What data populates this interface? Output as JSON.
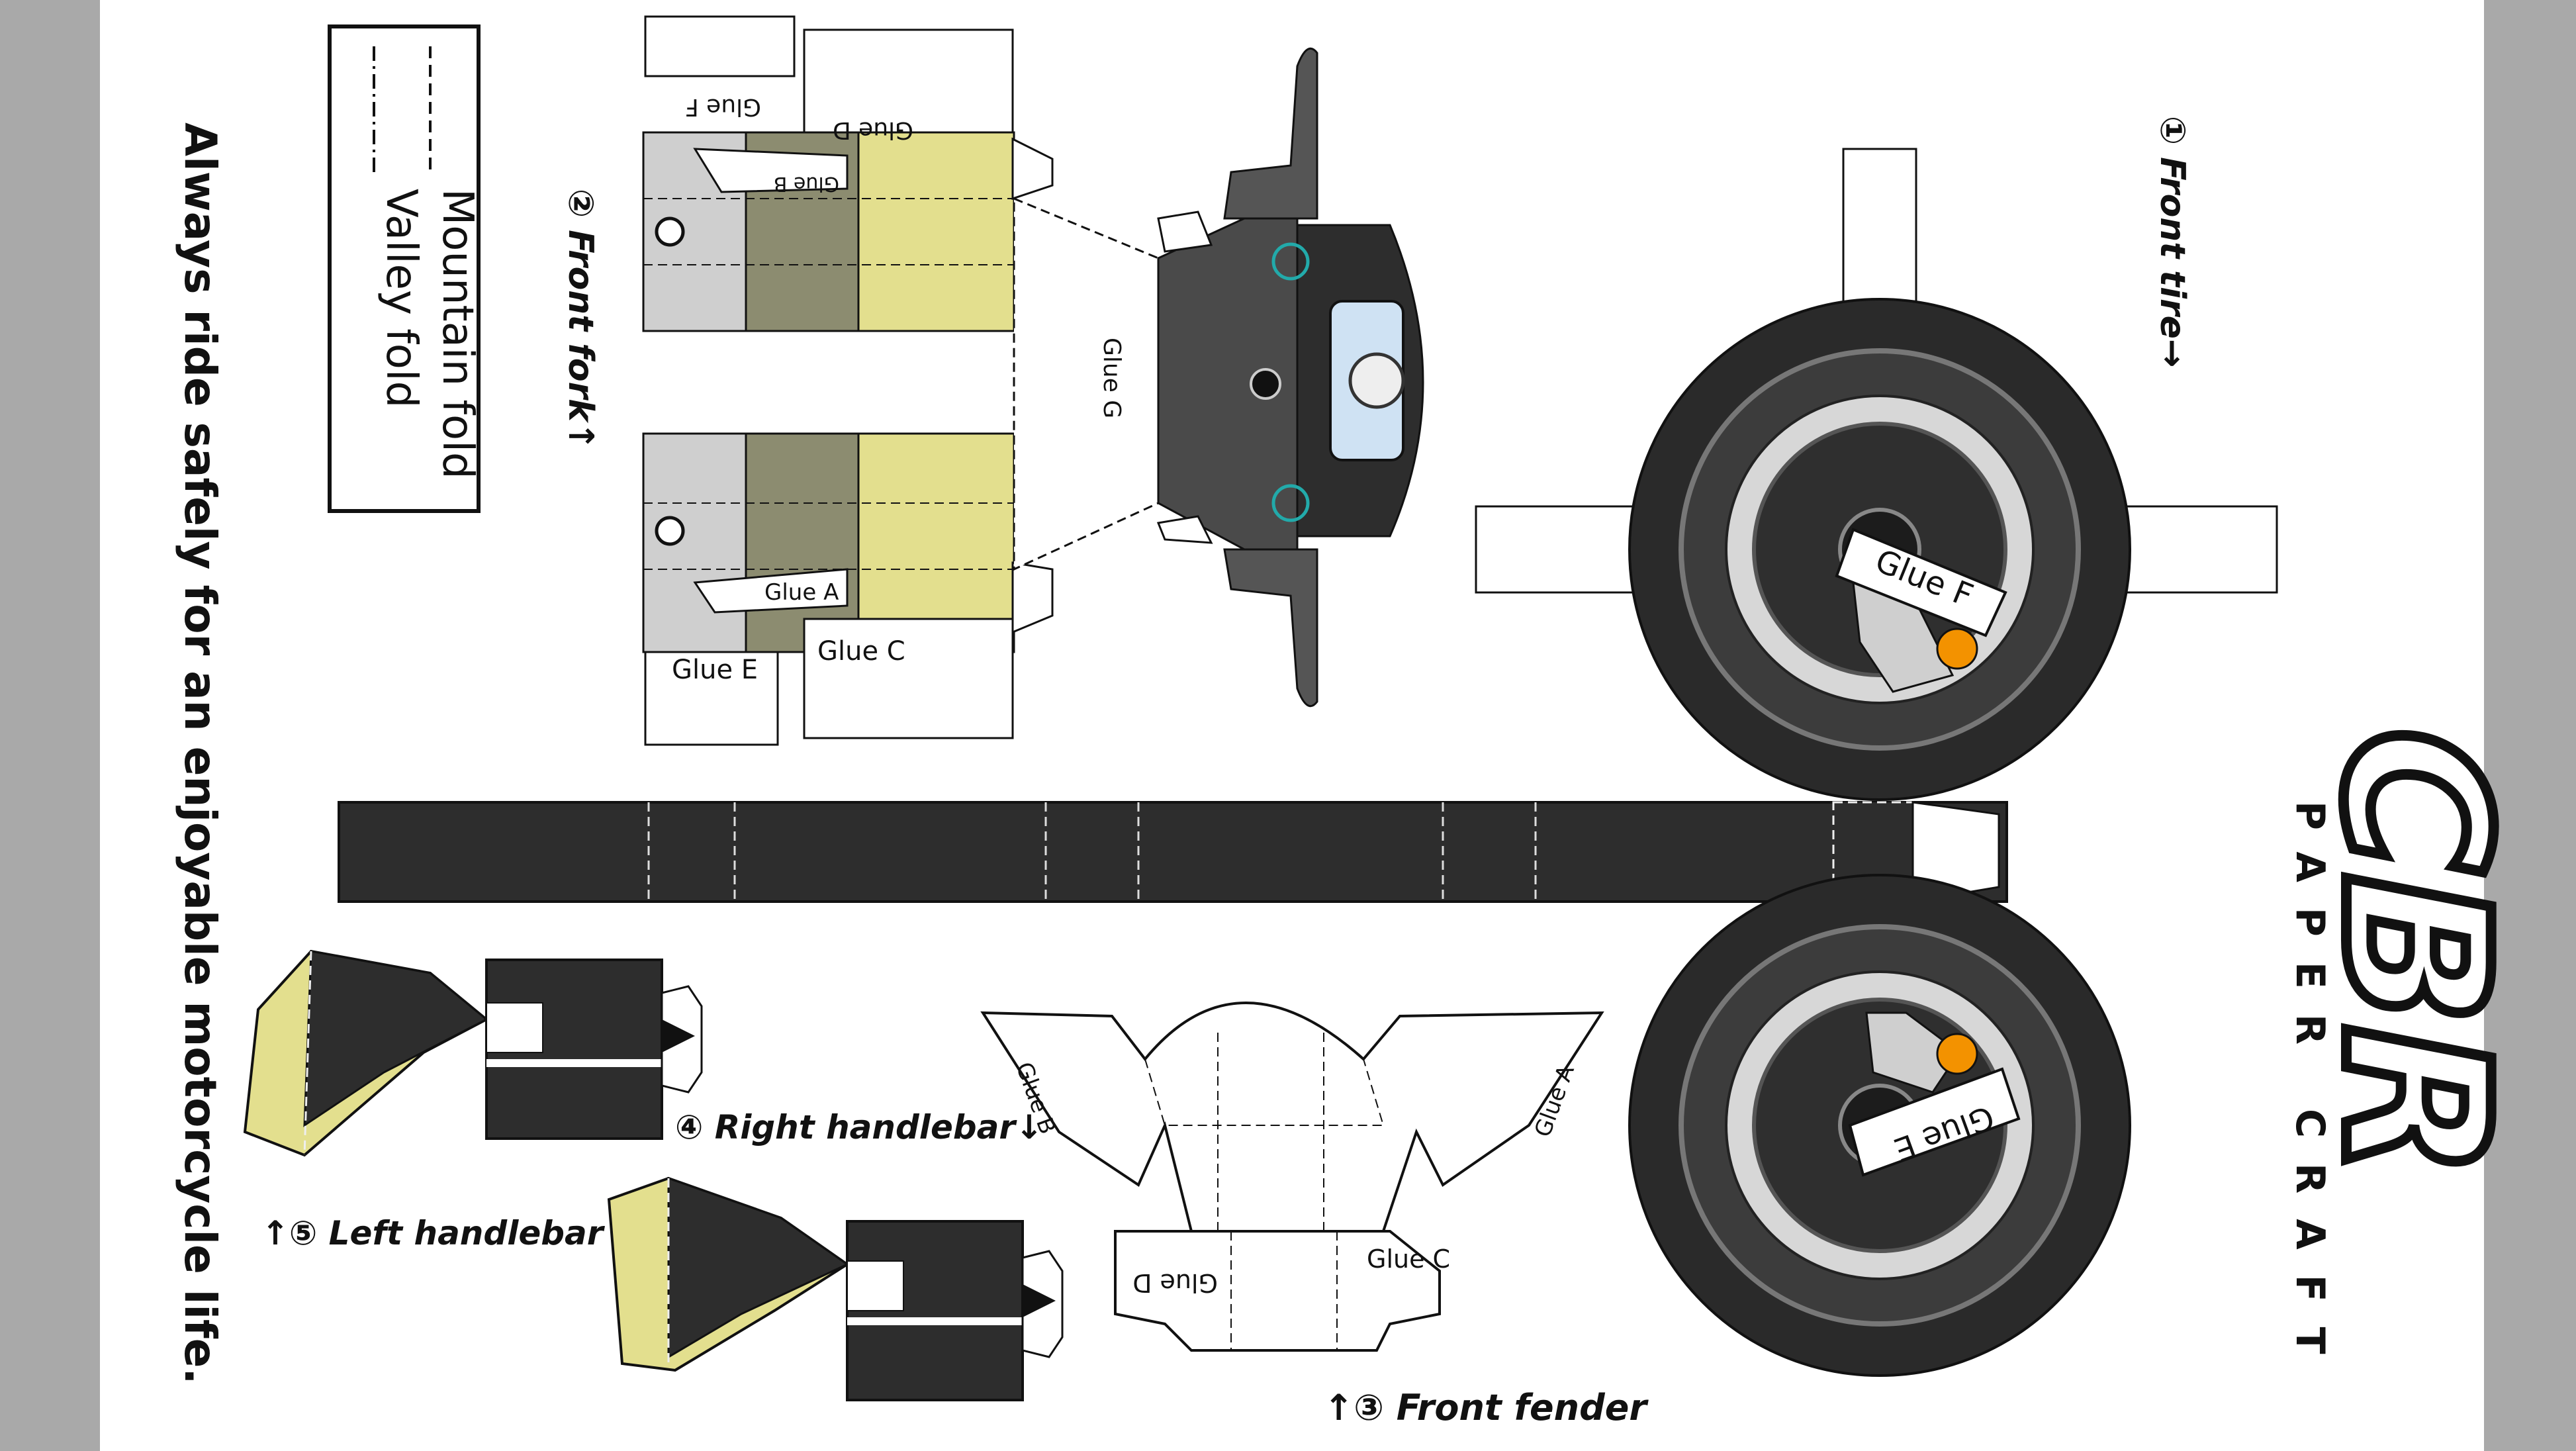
{
  "colors": {
    "page_margin": "#a9a9a9",
    "paper": "#ffffff",
    "dark_part": "#333333",
    "gray_part": "#8f8f8f",
    "light_gray": "#cfcfcf",
    "olive": "#8c8c70",
    "yellow": "#e3df8e",
    "tire": "#2a2a2a",
    "caliper_dot": "#f39200",
    "gauge_blue": "#cfe2f3"
  },
  "legend": {
    "mountain_fold": "Mountain fold",
    "valley_fold": "Valley fold"
  },
  "safety_note": "Always ride safely for an enjoyable motorcycle life.",
  "brand": {
    "logo_text": "CBR",
    "subtitle": "PAPER CRAFT"
  },
  "parts": {
    "front_tire": "① Front tire→",
    "front_fork": "② Front fork↑",
    "front_fender": "↑③ Front fender",
    "right_handlebar": "④ Right handlebar↓",
    "left_handlebar": "↑⑤ Left handlebar"
  },
  "glue_tabs": {
    "fork_f": "Glue F",
    "fork_d": "Glue D",
    "fork_b": "Glue B",
    "fork_a": "Glue A",
    "fork_c": "Glue C",
    "fork_e": "Glue E",
    "fork_g": "Glue G",
    "wheel_f": "Glue F",
    "wheel_e": "Glue E",
    "fender_b": "Glue B",
    "fender_a": "Glue A",
    "fender_d": "Glue D",
    "fender_c": "Glue C"
  }
}
